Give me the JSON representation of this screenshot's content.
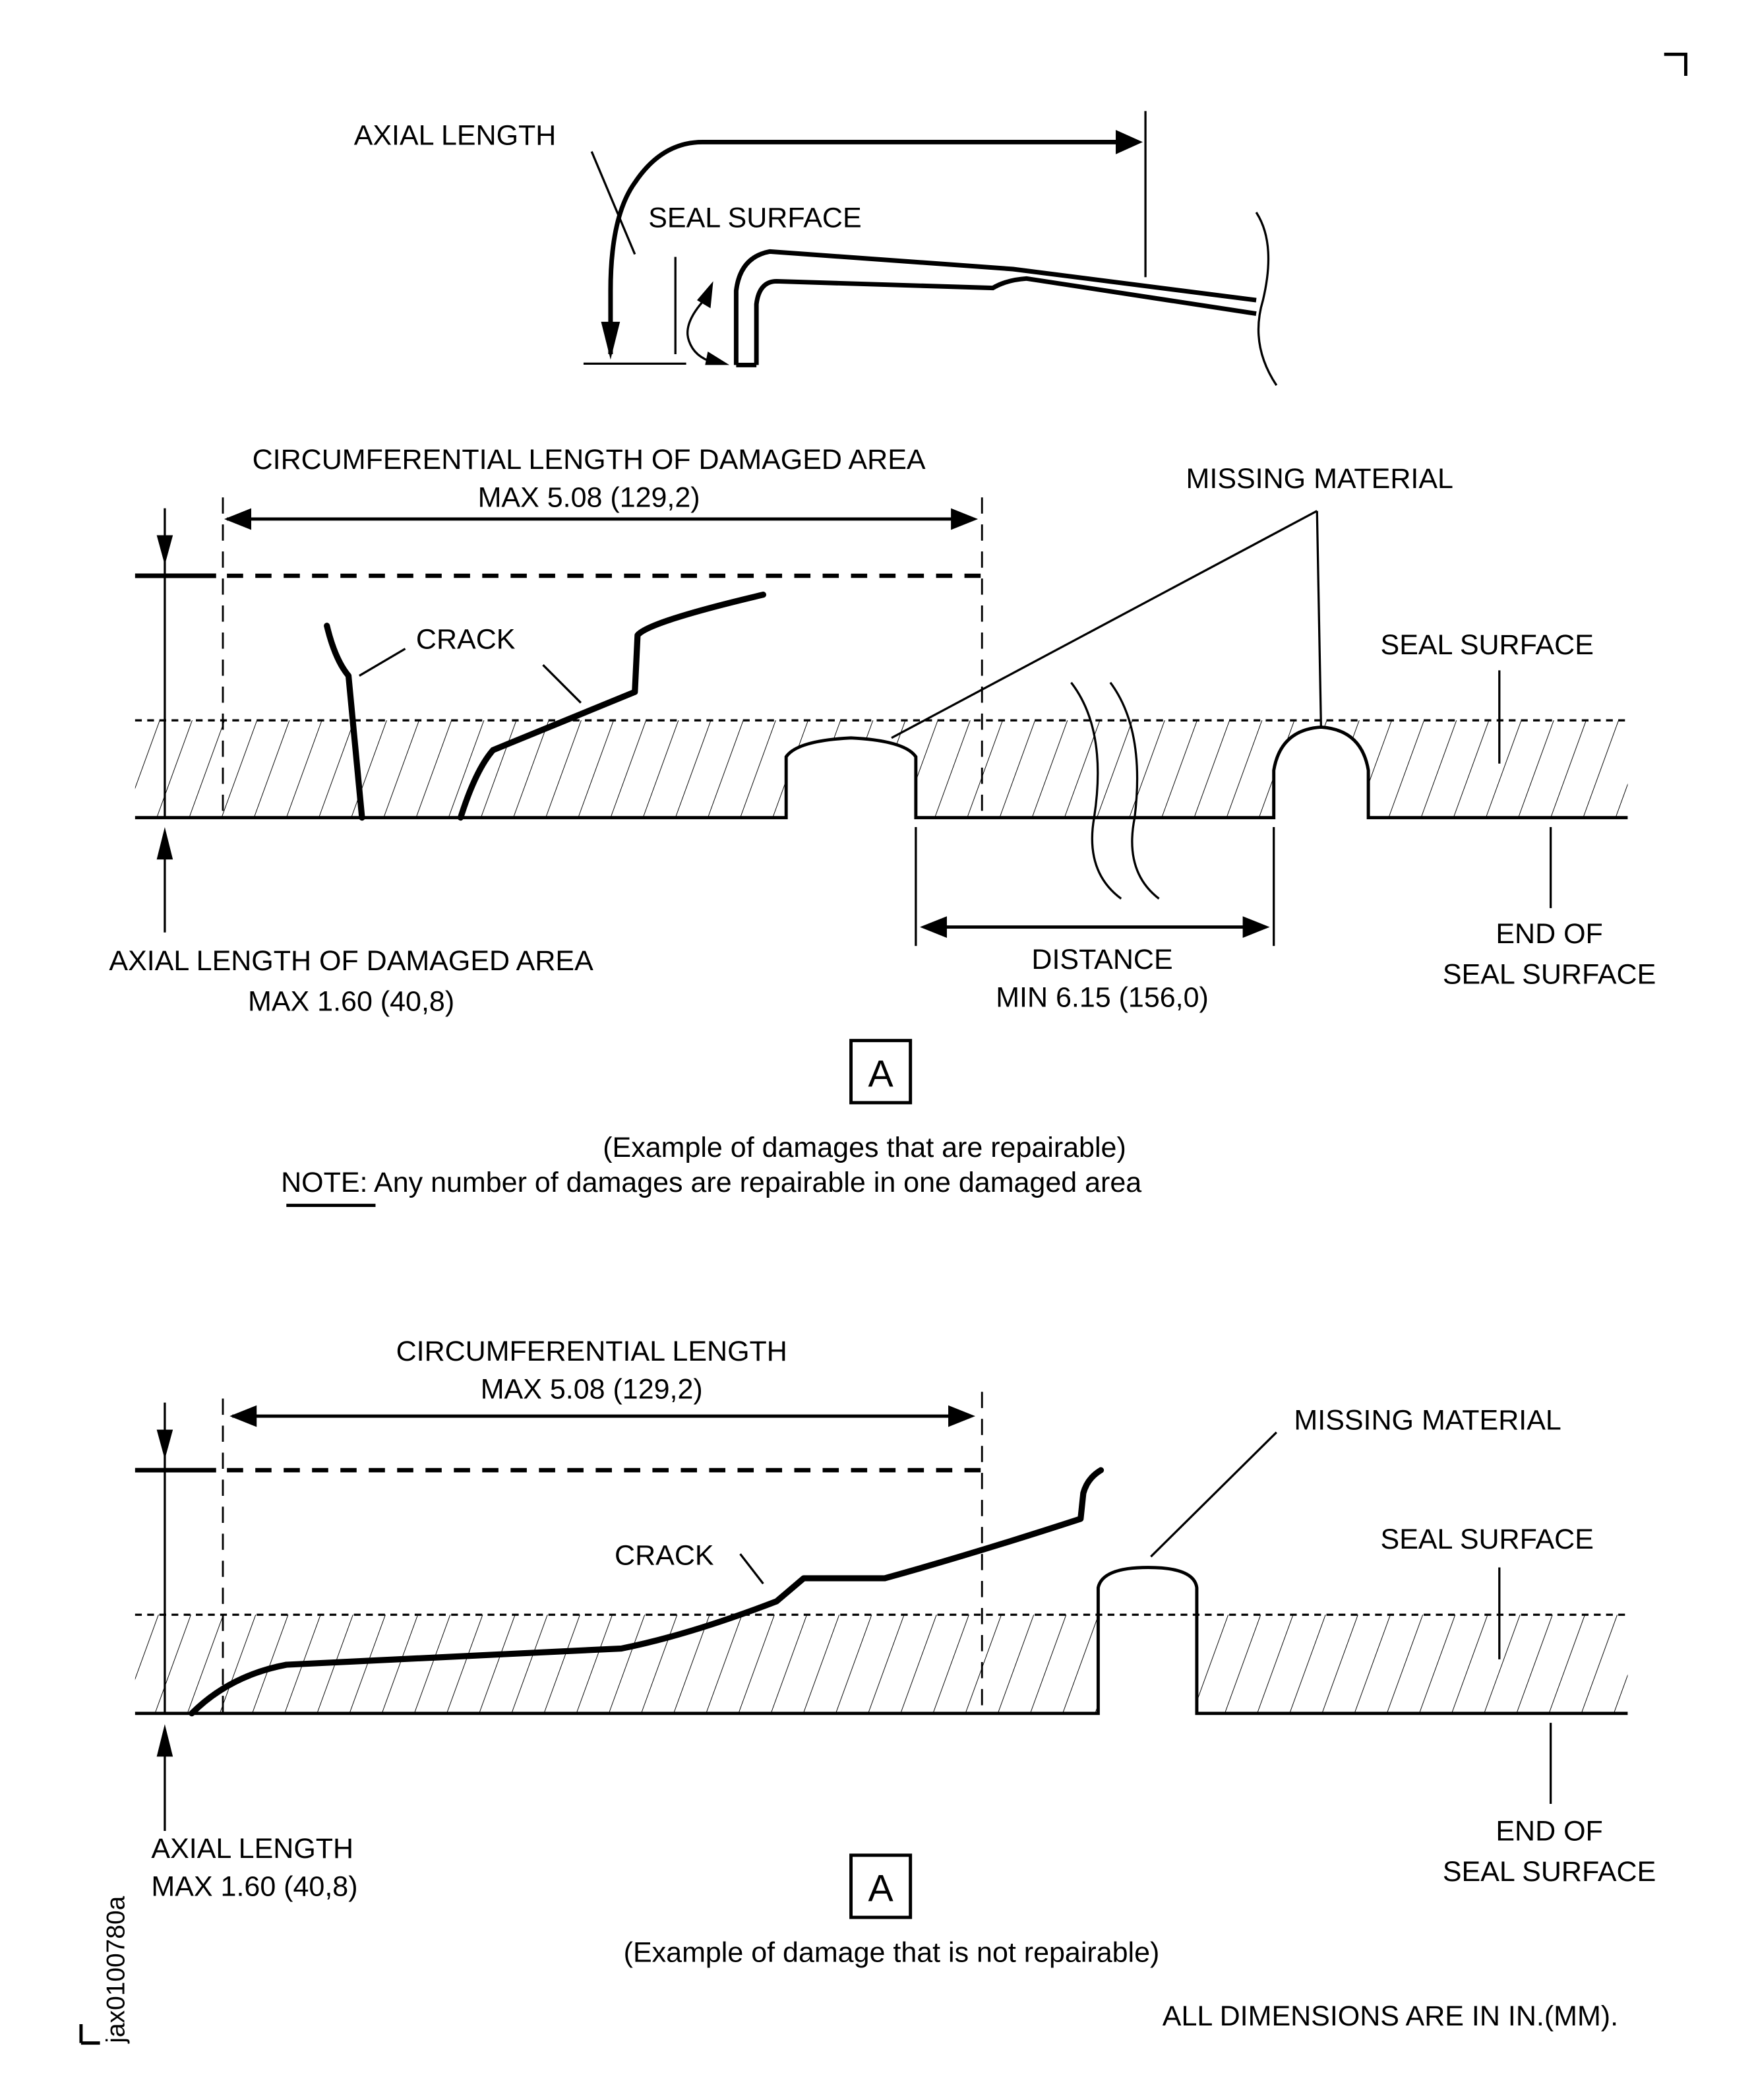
{
  "figure_id": "jax0100780a",
  "corner_mark": "top-right-corner-bracket",
  "top_view": {
    "axial_length_label": "AXIAL LENGTH",
    "seal_surface_label": "SEAL SURFACE"
  },
  "view_repairable": {
    "circumferential_label": "CIRCUMFERENTIAL LENGTH OF DAMAGED AREA",
    "circumferential_value": "MAX 5.08 (129,2)",
    "missing_material_label": "MISSING MATERIAL",
    "crack_label": "CRACK",
    "seal_surface_label": "SEAL SURFACE",
    "axial_label": "AXIAL LENGTH OF DAMAGED AREA",
    "axial_value": "MAX 1.60 (40,8)",
    "distance_label": "DISTANCE",
    "distance_value": "MIN 6.15 (156,0)",
    "end_of_seal_line1": "END OF",
    "end_of_seal_line2": "SEAL SURFACE",
    "view_marker": "A",
    "caption": "(Example of damages that are repairable)",
    "note_prefix": "NOTE:",
    "note_text": " Any number of damages are repairable in one damaged area"
  },
  "view_not_repairable": {
    "circumferential_label": "CIRCUMFERENTIAL LENGTH",
    "circumferential_value": "MAX 5.08 (129,2)",
    "missing_material_label": "MISSING MATERIAL",
    "crack_label": "CRACK",
    "seal_surface_label": "SEAL SURFACE",
    "axial_label": "AXIAL LENGTH",
    "axial_value": "MAX 1.60 (40,8)",
    "end_of_seal_line1": "END OF",
    "end_of_seal_line2": "SEAL SURFACE",
    "view_marker": "A",
    "caption": "(Example of damage that is not repairable)"
  },
  "units_note": "ALL DIMENSIONS ARE IN IN.(MM)."
}
